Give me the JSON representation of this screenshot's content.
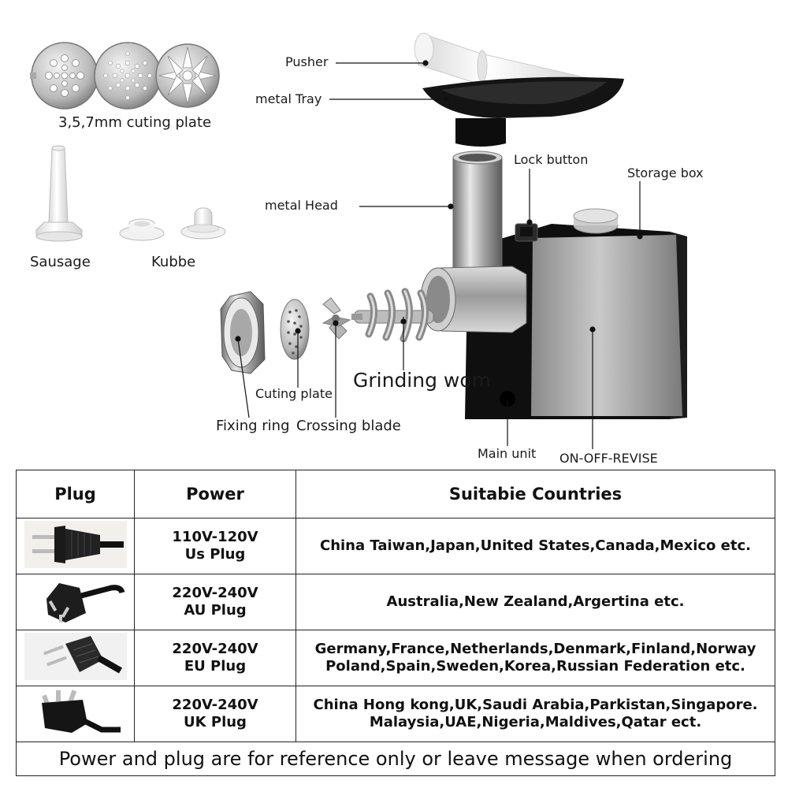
{
  "labels": {
    "cutting_plate_set": "3,5,7mm cuting plate",
    "sausage": "Sausage",
    "kubbe": "Kubbe",
    "pusher": "Pusher",
    "metal_tray": "metal Tray",
    "lock_button": "Lock button",
    "storage_box": "Storage box",
    "metal_head": "metal Head",
    "grinding_worm": "Grinding wom",
    "cutting_plate": "Cuting plate",
    "fixing_ring": "Fixing ring",
    "crossing_blade": "Crossing blade",
    "main_unit": "Main unit",
    "switch": "ON-OFF-REVISE"
  },
  "table": {
    "headers": {
      "plug": "Plug",
      "power": "Power",
      "countries": "Suitabie Countries"
    },
    "rows": [
      {
        "plug_icon": "us-plug-icon",
        "voltage": "110V-120V",
        "plug_type": "Us Plug",
        "countries_line1": "China Taiwan,Japan,United States,Canada,Mexico etc.",
        "countries_line2": ""
      },
      {
        "plug_icon": "au-plug-icon",
        "voltage": "220V-240V",
        "plug_type": "AU Plug",
        "countries_line1": "Australia,New Zealand,Argertina etc.",
        "countries_line2": ""
      },
      {
        "plug_icon": "eu-plug-icon",
        "voltage": "220V-240V",
        "plug_type": "EU Plug",
        "countries_line1": "Germany,France,Netherlands,Denmark,Finland,Norway",
        "countries_line2": "Poland,Spain,Sweden,Korea,Russian Federation etc."
      },
      {
        "plug_icon": "uk-plug-icon",
        "voltage": "220V-240V",
        "plug_type": "UK Plug",
        "countries_line1": "China Hong kong,UK,Saudi Arabia,Parkistan,Singapore.",
        "countries_line2": "Malaysia,UAE,Nigeria,Maldives,Qatar ect."
      }
    ],
    "note": "Power and plug are for reference only or leave message when ordering"
  }
}
